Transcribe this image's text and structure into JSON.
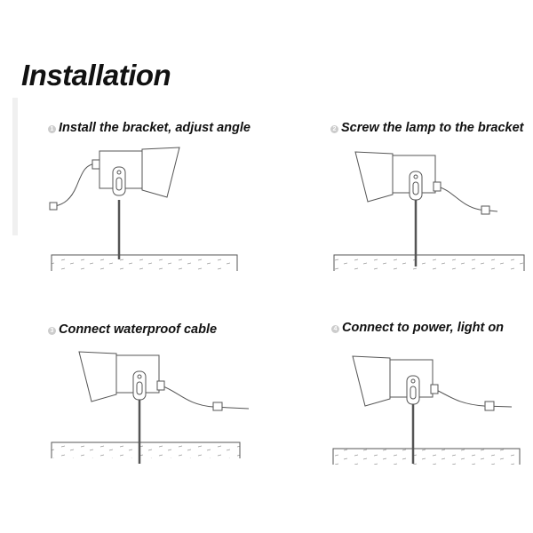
{
  "title": "Installation",
  "steps": [
    {
      "number": "1",
      "label": "Install the bracket, adjust angle"
    },
    {
      "number": "2",
      "label": "Screw the lamp to the bracket"
    },
    {
      "number": "3",
      "label": "Connect waterproof cable"
    },
    {
      "number": "4",
      "label": "Connect to power, light on"
    }
  ]
}
